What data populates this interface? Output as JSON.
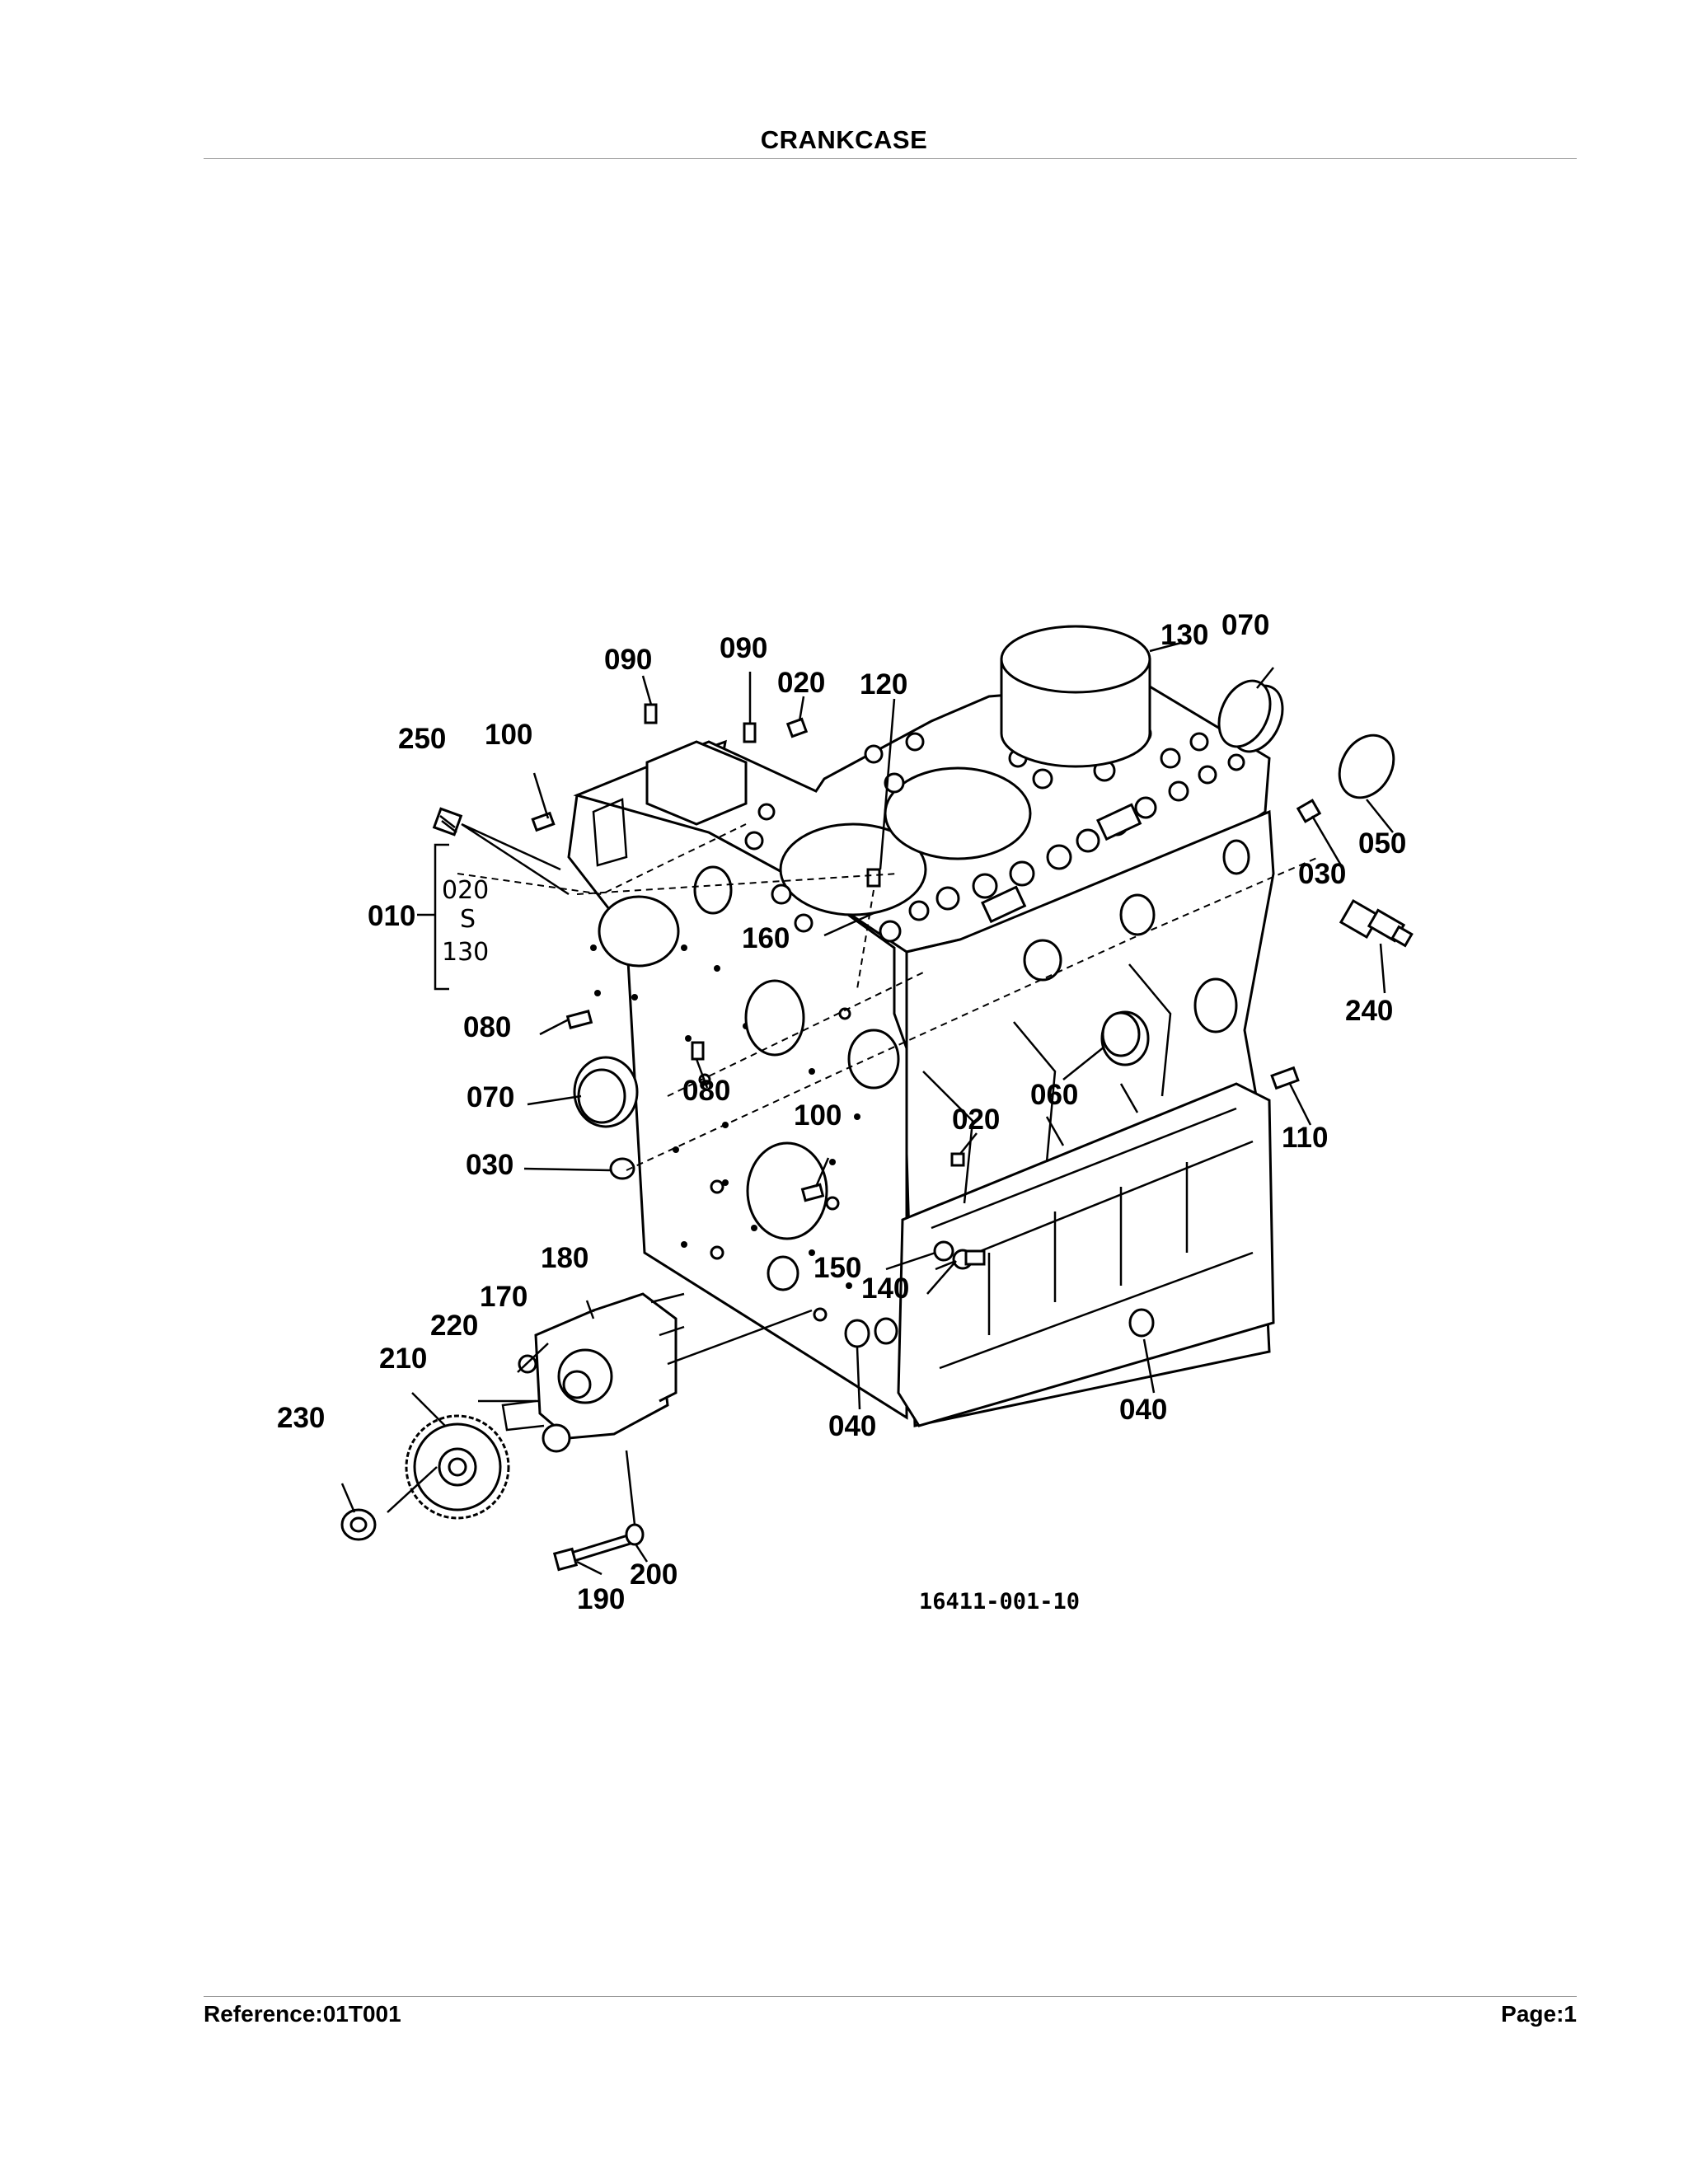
{
  "header": {
    "title": "CRANKCASE"
  },
  "footer": {
    "reference": "Reference:01T001",
    "page": "Page:1"
  },
  "diagram": {
    "drawing_number": "16411-001-10",
    "group_note": {
      "top": "020",
      "symbol": "S",
      "bottom": "130"
    },
    "callouts": {
      "c090a": "090",
      "c090b": "090",
      "c020a": "020",
      "c120": "120",
      "c130": "130",
      "c070a": "070",
      "c250": "250",
      "c100a": "100",
      "c050": "050",
      "c030a": "030",
      "c010": "010",
      "c160": "160",
      "c240": "240",
      "c080a": "080",
      "c070b": "070",
      "c080b": "080",
      "c060": "060",
      "c020b": "020",
      "c110": "110",
      "c100b": "100",
      "c030b": "030",
      "c180": "180",
      "c150": "150",
      "c140": "140",
      "c170": "170",
      "c220": "220",
      "c210": "210",
      "c040a": "040",
      "c040b": "040",
      "c230": "230",
      "c200": "200",
      "c190": "190"
    }
  }
}
